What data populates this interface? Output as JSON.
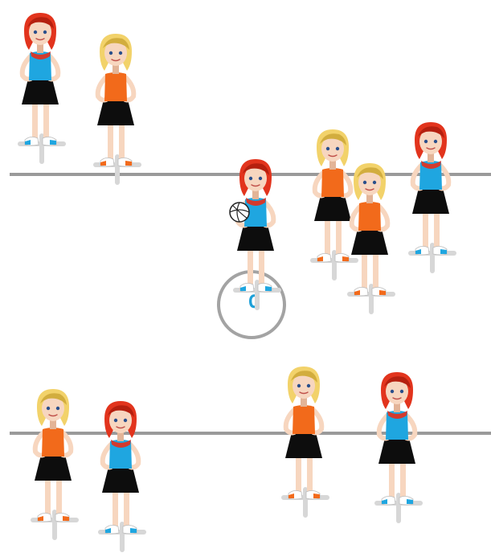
{
  "diagram": {
    "court_line_color": "#9a9a9a",
    "centre_circle": {
      "label": "C",
      "label_color": "#1ea0d8",
      "ring_color": "#a3a3a3"
    }
  },
  "teams": [
    {
      "name": "",
      "kit": {
        "top": "#1fa6e0",
        "hair": "#e2341d",
        "scarf": "#d23a2e",
        "shoe_accent": "#1fa6e0"
      }
    },
    {
      "name": "",
      "kit": {
        "top": "#f26a1b",
        "hair": "#f2d26a",
        "scarf": "",
        "shoe_accent": "#f26a1b"
      }
    }
  ],
  "players": [
    {
      "team": 0,
      "has_ball": false
    },
    {
      "team": 1,
      "has_ball": false
    },
    {
      "team": 0,
      "has_ball": true
    },
    {
      "team": 1,
      "has_ball": false
    },
    {
      "team": 1,
      "has_ball": false
    },
    {
      "team": 0,
      "has_ball": false
    },
    {
      "team": 1,
      "has_ball": false
    },
    {
      "team": 0,
      "has_ball": false
    },
    {
      "team": 1,
      "has_ball": false
    },
    {
      "team": 0,
      "has_ball": false
    }
  ]
}
